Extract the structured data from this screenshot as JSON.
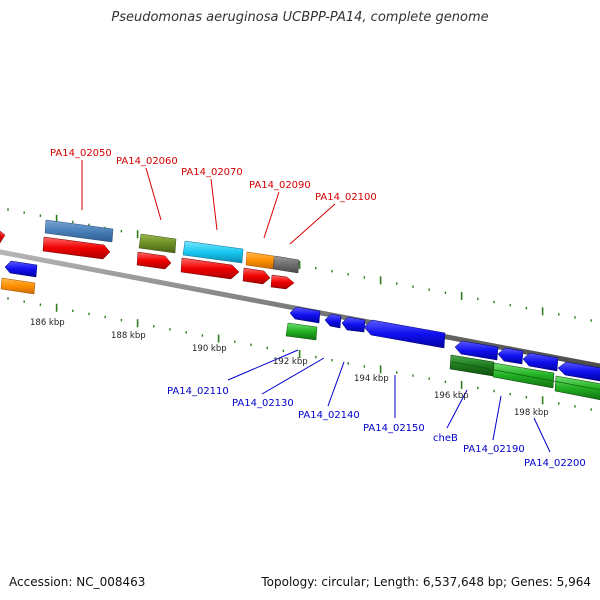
{
  "title": "Pseudomonas aeruginosa UCBPP-PA14, complete genome",
  "accession": "Accession: NC_008463",
  "summary": "Topology: circular; Length: 6,537,648 bp; Genes: 5,964",
  "colors": {
    "backbone": "#8a8a8a",
    "tick": "#2e7d1e",
    "forward_label": "#d40000",
    "reverse_label": "#0000cc",
    "scale_label": "#222222"
  },
  "scale_labels": [
    "186 kbp",
    "188 kbp",
    "190 kbp",
    "192 kbp",
    "194 kbp",
    "196 kbp",
    "198 kbp"
  ],
  "forward_labels": [
    "PA14_02050",
    "PA14_02060",
    "PA14_02070",
    "PA14_02090",
    "PA14_02100"
  ],
  "reverse_labels": [
    "PA14_02110",
    "PA14_02130",
    "PA14_02140",
    "PA14_02150",
    "cheB",
    "PA14_02190",
    "PA14_02200"
  ]
}
